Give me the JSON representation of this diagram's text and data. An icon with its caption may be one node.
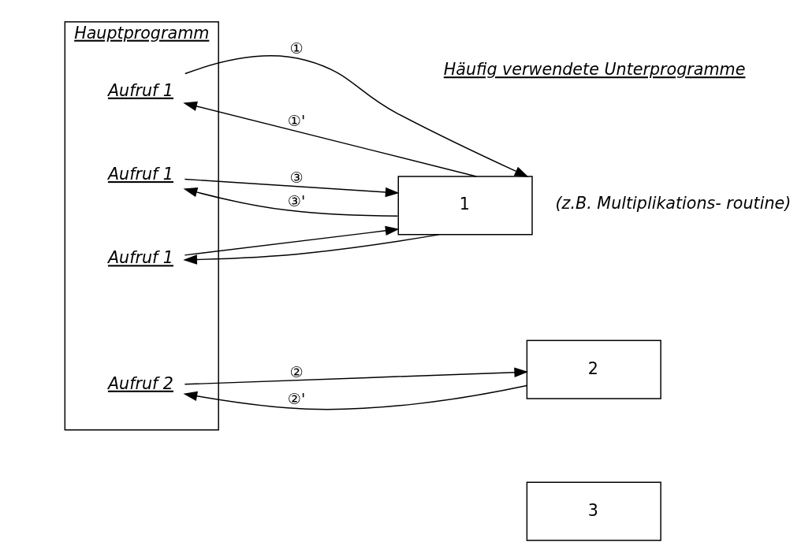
{
  "diagram": {
    "nodes": [
      {
        "text": [
          "Hauptprogramm"
        ]
      },
      {
        "text": [
          "Aufruf 1"
        ],
        "in": 0
      },
      {
        "text": [
          "Aufruf 1"
        ],
        "in": 0
      },
      {
        "text": [
          "Aufruf 2"
        ],
        "in": 0
      },
      {
        "text": [
          "Aufruf 1"
        ],
        "in": 0
      },
      {
        "text": [
          "1"
        ],
        "beside": [
          "(z.B. Multiplikations- routine)"
        ]
      },
      {
        "text": [
          "2"
        ]
      },
      {
        "text": [
          "3"
        ]
      }
    ],
    "edges": [
      {
        "from": 1,
        "to": 5,
        "arrow": "to",
        "label": "①"
      },
      {
        "from": 5,
        "to": 1,
        "arrow": "to",
        "label": "①'"
      },
      {
        "from": 2,
        "to": 5,
        "arrow": "to"
      },
      {
        "from": 5,
        "to": 2,
        "arrow": "to"
      },
      {
        "from": 3,
        "to": 6,
        "arrow": "to",
        "label": "②"
      },
      {
        "from": 6,
        "to": 3,
        "arrow": "to",
        "label": "②'"
      },
      {
        "from": 4,
        "to": 5,
        "arrow": "to",
        "label": "③"
      },
      {
        "from": 5,
        "to": 4,
        "arrow": "to",
        "label": "③'"
      }
    ],
    "labels": [
      "Häufig verwendete Unterprogramme"
    ]
  }
}
